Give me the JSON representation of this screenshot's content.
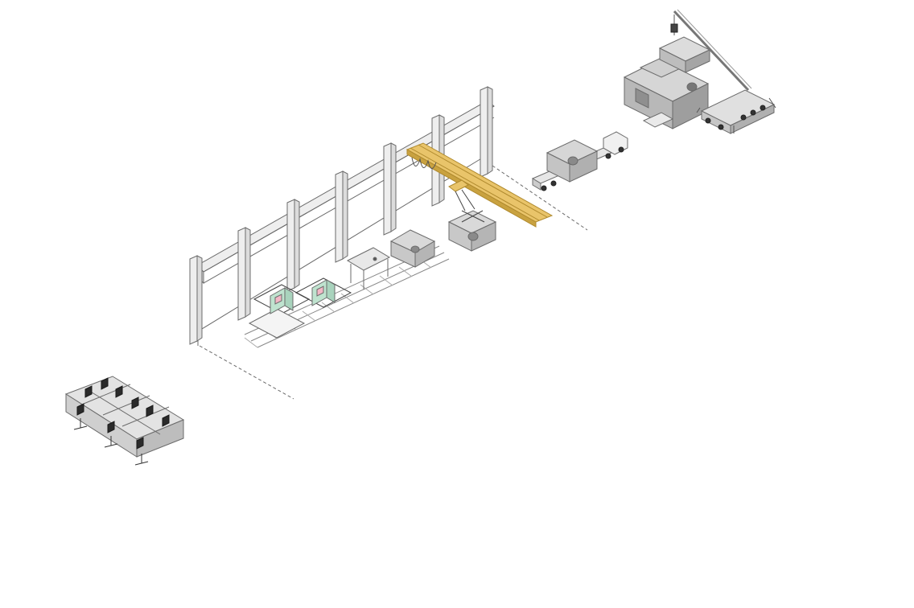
{
  "diagram": {
    "colors": {
      "background": "#ffffff",
      "line": "#6b6b6b",
      "concrete": "#d9d9d9",
      "concrete_dark": "#a9a9a9",
      "crane_yellow": "#e9c46a",
      "crane_yellow_dark": "#c9a240",
      "glass": "#bfe3cf",
      "pink": "#f2b8c6",
      "truck": "#e6e6e6"
    },
    "stages": [
      {
        "id": "design-office",
        "icon": "office-workstations-icon"
      },
      {
        "id": "factory-hall",
        "icon": "factory-hall-icon"
      },
      {
        "id": "production-line",
        "icon": "rail-line-icon"
      },
      {
        "id": "gantry-crane",
        "icon": "gantry-crane-icon"
      },
      {
        "id": "transport",
        "icon": "truck-icon"
      },
      {
        "id": "site-assembly",
        "icon": "mobile-crane-icon"
      }
    ]
  }
}
